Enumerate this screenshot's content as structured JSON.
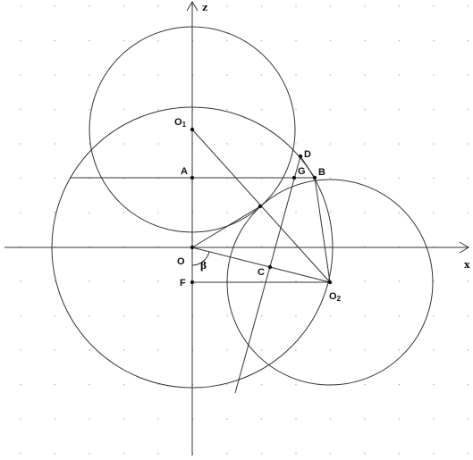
{
  "axes": {
    "x_label": "x",
    "z_label": "z"
  },
  "points": {
    "O1": {
      "name": "O",
      "sub": "1"
    },
    "D": {
      "name": "D"
    },
    "A": {
      "name": "A"
    },
    "G": {
      "name": "G"
    },
    "B": {
      "name": "B"
    },
    "O": {
      "name": "O"
    },
    "beta": {
      "name": "β"
    },
    "C": {
      "name": "C"
    },
    "F": {
      "name": "F"
    },
    "O2": {
      "name": "O",
      "sub": "2"
    }
  },
  "colors": {
    "line": "#333333",
    "grid_dot": "#b0b0b0",
    "point": "#111111"
  }
}
